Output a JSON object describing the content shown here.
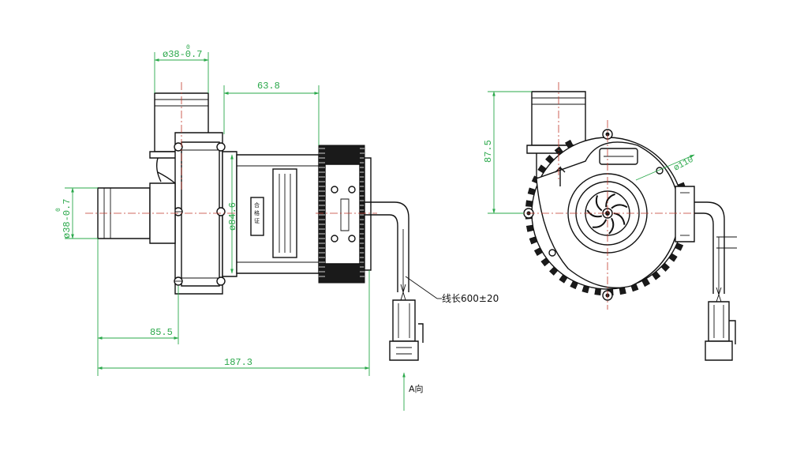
{
  "colors": {
    "dimension": "#2aa84a",
    "centerline": "#c0392b",
    "outline": "#111111"
  },
  "front_view": {
    "outlet_diameter": "ø38-0.7",
    "outlet_tol_upper": "0",
    "inlet_diameter": "ø38-0.7",
    "inlet_tol_upper": "0",
    "width_motor": "63.8",
    "motor_diameter": "ø84.6",
    "inlet_offset": "85.5",
    "overall_length": "187.3",
    "cable_length": "线长600±20",
    "view_direction": "A向",
    "qc_label": "合格证"
  },
  "side_view": {
    "height": "87.5",
    "body_diameter": "ø110"
  }
}
